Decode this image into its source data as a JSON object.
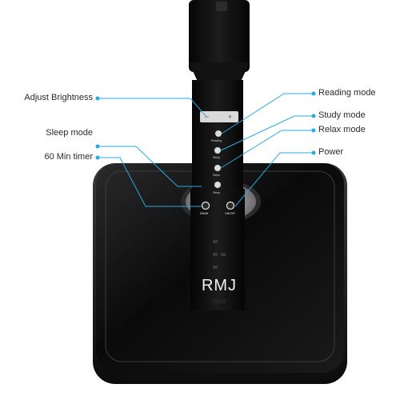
{
  "callouts": {
    "adjust_brightness": "Adjust Brightness",
    "sleep_mode": "Sleep mode",
    "min_timer": "60 Min timer",
    "reading_mode": "Reading mode",
    "study_mode": "Study mode",
    "relax_mode": "Relax mode",
    "power": "Power"
  },
  "panel": {
    "minus": "−",
    "plus": "+",
    "reading": "Reading",
    "study": "Study",
    "relax": "Relax",
    "sleep": "Sleep",
    "timer": "60MIN",
    "onoff": "ON/OFF"
  },
  "brand": "RMJ",
  "colors": {
    "callout_line": "#29a9e1",
    "lamp_body": "#0b0b0b",
    "text": "#2a2a2a"
  }
}
